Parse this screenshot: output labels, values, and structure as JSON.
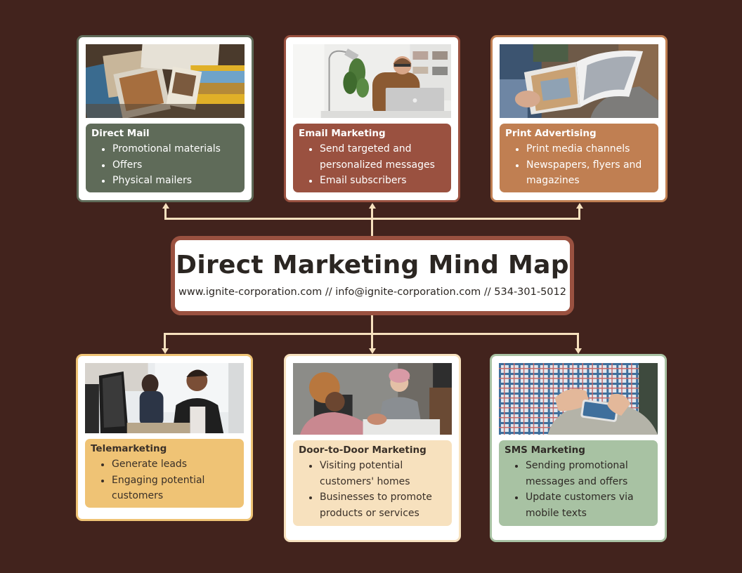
{
  "title": "Direct Marketing Mind Map",
  "contact": "www.ignite-corporation.com // info@ignite-corporation.com // 534-301-5012",
  "colors": {
    "background": "#42231d",
    "connector": "#f7e1be",
    "center_border": "#9a5140"
  },
  "nodes": [
    {
      "id": "direct-mail",
      "title": "Direct Mail",
      "image": "postcards-photo",
      "border": "#5f6b59",
      "fill": "#5f6b59",
      "items": [
        "Promotional materials",
        "Offers",
        "Physical mailers"
      ]
    },
    {
      "id": "email-marketing",
      "title": "Email Marketing",
      "image": "man-with-laptop-photo",
      "border": "#9a5140",
      "fill": "#9a5140",
      "items": [
        "Send targeted and personalized messages",
        "Email subscribers"
      ]
    },
    {
      "id": "print-advertising",
      "title": "Print Advertising",
      "image": "magazine-reading-photo",
      "border": "#c07f52",
      "fill": "#c07f52",
      "items": [
        "Print media channels",
        "Newspapers, flyers and magazines"
      ]
    },
    {
      "id": "telemarketing",
      "title": "Telemarketing",
      "image": "call-center-photo",
      "border": "#efc375",
      "fill": "#efc375",
      "items": [
        "Generate leads",
        "Engaging potential customers"
      ]
    },
    {
      "id": "door-to-door",
      "title": "Door-to-Door Marketing",
      "image": "two-women-meeting-photo",
      "border": "#f7e1be",
      "fill": "#f7e1be",
      "items": [
        "Visiting potential customers' homes",
        "Businesses to promote products or services"
      ]
    },
    {
      "id": "sms-marketing",
      "title": "SMS Marketing",
      "image": "phone-texting-photo",
      "border": "#a8c2a3",
      "fill": "#a8c2a3",
      "items": [
        "Sending promotional messages and offers",
        "Update customers via mobile texts"
      ]
    }
  ]
}
